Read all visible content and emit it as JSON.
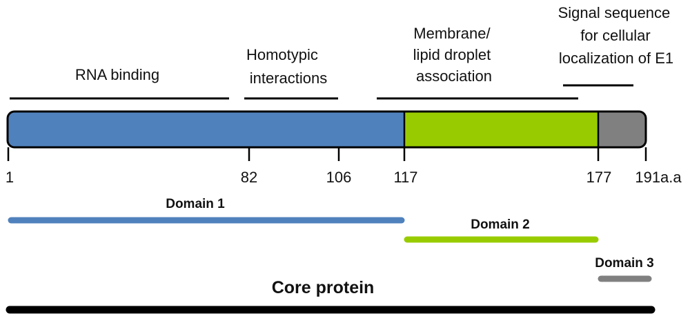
{
  "functional_regions": [
    {
      "lines": [
        "RNA binding"
      ]
    },
    {
      "lines": [
        "Homotypic",
        "interactions"
      ]
    },
    {
      "lines": [
        "Membrane/",
        "lipid droplet",
        "association"
      ]
    },
    {
      "lines": [
        "Signal sequence",
        "for cellular",
        "localization of E1"
      ]
    }
  ],
  "protein_bar": {
    "segments": [
      {
        "start": 1,
        "end": 117,
        "color": "#4f81bd"
      },
      {
        "start": 117,
        "end": 177,
        "color": "#99cc00"
      },
      {
        "start": 177,
        "end": 191,
        "color": "#808080"
      }
    ],
    "outline_color": "#000000"
  },
  "positions": [
    {
      "value": 1,
      "label": "1"
    },
    {
      "value": 82,
      "label": "82"
    },
    {
      "value": 106,
      "label": "106"
    },
    {
      "value": 117,
      "label": "117"
    },
    {
      "value": 177,
      "label": "177"
    },
    {
      "value": 191,
      "label": "191a.a"
    }
  ],
  "domains": [
    {
      "label": "Domain 1",
      "start": 1,
      "end": 117,
      "color": "#4f81bd"
    },
    {
      "label": "Domain 2",
      "start": 117,
      "end": 177,
      "color": "#99cc00"
    },
    {
      "label": "Domain 3",
      "start": 177,
      "end": 191,
      "color": "#808080"
    }
  ],
  "core_protein": {
    "label": "Core protein",
    "start": 1,
    "end": 191,
    "color": "#000000"
  }
}
